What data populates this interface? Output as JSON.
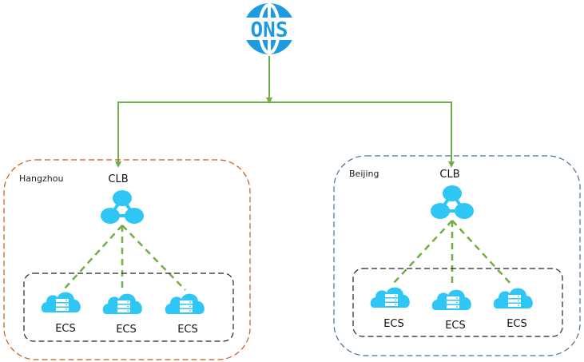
{
  "diagram": {
    "top_node": {
      "label": "ONS",
      "icon": "ons-globe-icon"
    },
    "colors": {
      "ons": "#1e9be0",
      "cloud_blue": "#2ec6f5",
      "connector_green": "#70ad47",
      "hangzhou_border": "#c55a11",
      "beijing_border": "#41719c",
      "ecs_group_border": "#222222"
    },
    "regions": [
      {
        "name": "Hangzhou",
        "clb_label": "CLB",
        "ecs": [
          {
            "label": "ECS"
          },
          {
            "label": "ECS"
          },
          {
            "label": "ECS"
          }
        ]
      },
      {
        "name": "Beijing",
        "clb_label": "CLB",
        "ecs": [
          {
            "label": "ECS"
          },
          {
            "label": "ECS"
          },
          {
            "label": "ECS"
          }
        ]
      }
    ]
  }
}
